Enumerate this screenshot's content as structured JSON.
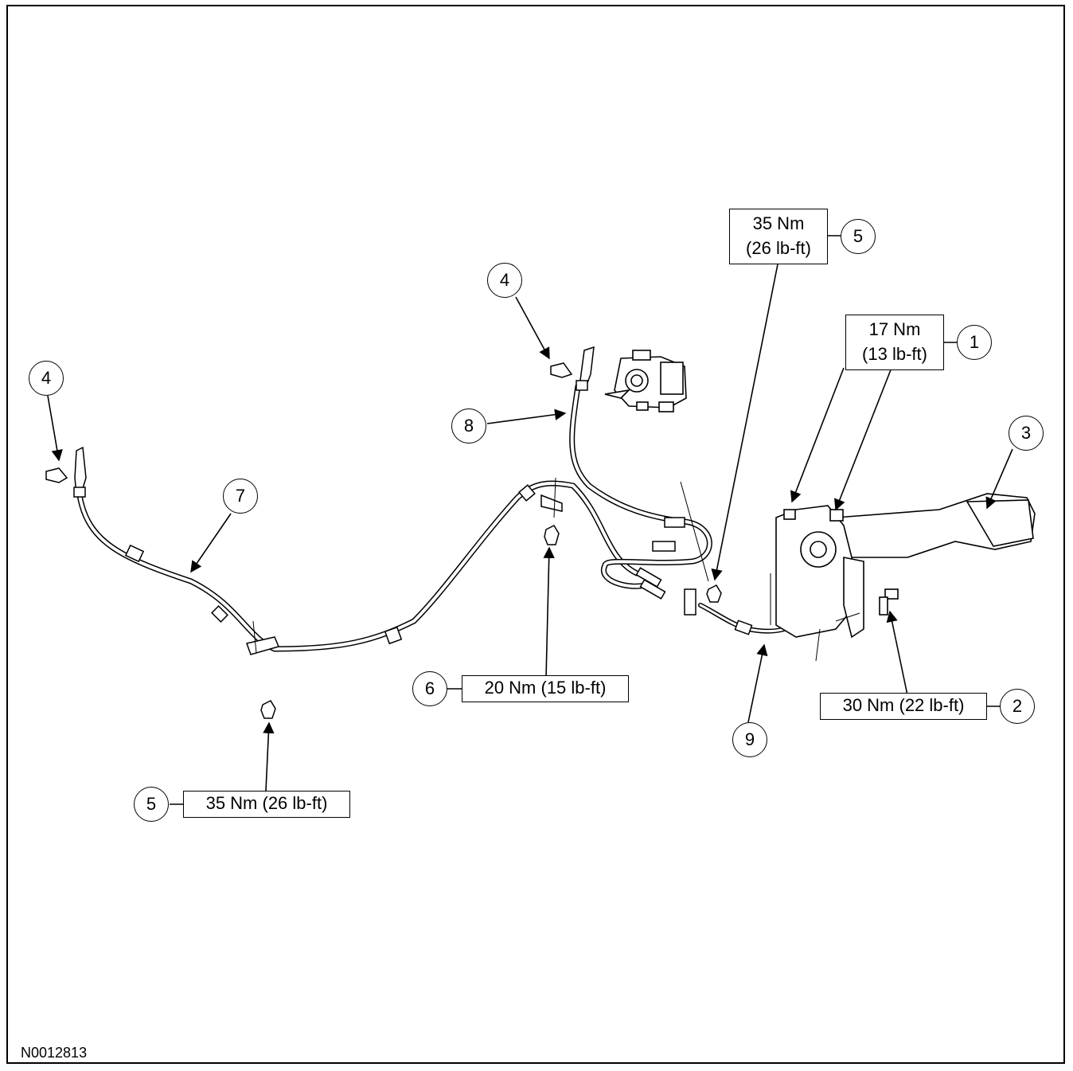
{
  "figure_id": "N0012813",
  "callouts": {
    "c1": "1",
    "c2": "2",
    "c3": "3",
    "c4_left": "4",
    "c4_top": "4",
    "c5_top": "5",
    "c5_bottom": "5",
    "c6": "6",
    "c7": "7",
    "c8": "8",
    "c9": "9"
  },
  "torque_specs": {
    "t1_line1": "17 Nm",
    "t1_line2": "(13 lb-ft)",
    "t2": "30 Nm (22 lb-ft)",
    "t5_top_line1": "35 Nm",
    "t5_top_line2": "(26 lb-ft)",
    "t5_bottom": "35 Nm (26 lb-ft)",
    "t6": "20 Nm (15 lb-ft)"
  }
}
